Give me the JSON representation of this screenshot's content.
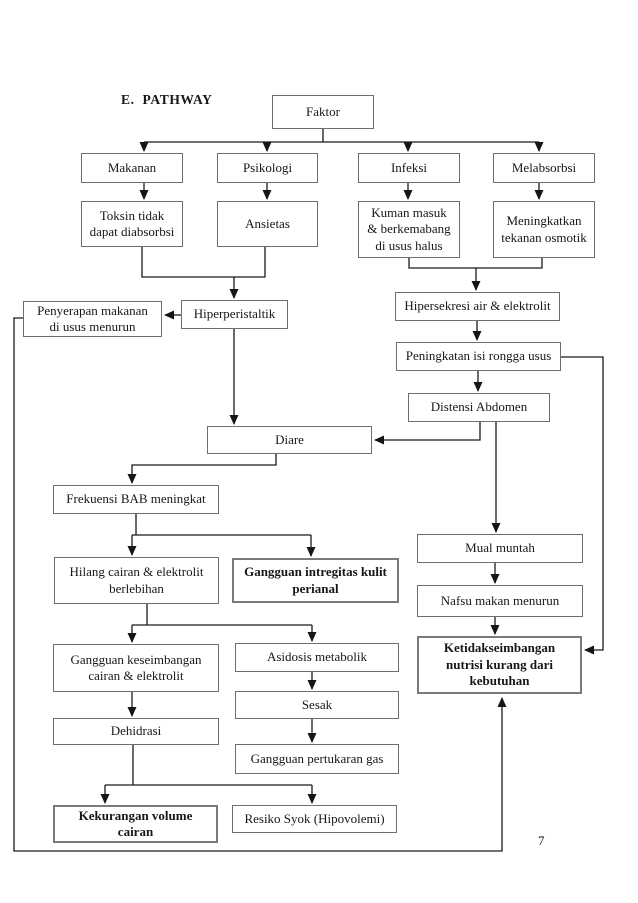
{
  "page": {
    "title": "E.  PATHWAY",
    "page_number": "7"
  },
  "colors": {
    "background": "#ffffff",
    "box_border": "#6e6e6e",
    "line": "#1a1a1a",
    "text": "#171717"
  },
  "diagram": {
    "nodes": [
      {
        "id": "faktor",
        "label": "Faktor",
        "bold": false
      },
      {
        "id": "makanan",
        "label": "Makanan",
        "bold": false
      },
      {
        "id": "psikologi",
        "label": "Psikologi",
        "bold": false
      },
      {
        "id": "infeksi",
        "label": "Infeksi",
        "bold": false
      },
      {
        "id": "melabsorbsi",
        "label": "Melabsorbsi",
        "bold": false
      },
      {
        "id": "toksin",
        "label": "Toksin tidak\ndapat diabsorbsi",
        "bold": false
      },
      {
        "id": "ansietas",
        "label": "Ansietas",
        "bold": false
      },
      {
        "id": "kuman",
        "label": "Kuman masuk\n& berkemabang\ndi usus halus",
        "bold": false
      },
      {
        "id": "meningkatkan",
        "label": "Meningkatkan\ntekanan osmotik",
        "bold": false
      },
      {
        "id": "penyerapan",
        "label": "Penyerapan makanan\ndi usus menurun",
        "bold": false
      },
      {
        "id": "hiperperistaltik",
        "label": "Hiperperistaltik",
        "bold": false
      },
      {
        "id": "hipersekresi",
        "label": "Hipersekresi air & elektrolit",
        "bold": false
      },
      {
        "id": "peningkatan",
        "label": "Peningkatan isi rongga usus",
        "bold": false
      },
      {
        "id": "distensi",
        "label": "Distensi Abdomen",
        "bold": false
      },
      {
        "id": "diare",
        "label": "Diare",
        "bold": false
      },
      {
        "id": "frekuensi",
        "label": "Frekuensi BAB meningkat",
        "bold": false
      },
      {
        "id": "hilang",
        "label": "Hilang cairan & elektrolit\nberlebihan",
        "bold": false
      },
      {
        "id": "intregitas",
        "label": "Gangguan intregitas kulit\nperianal",
        "bold": true
      },
      {
        "id": "mual",
        "label": "Mual muntah",
        "bold": false
      },
      {
        "id": "nafsu",
        "label": "Nafsu makan menurun",
        "bold": false
      },
      {
        "id": "ketidakseimbangan",
        "label": "Ketidakseimbangan\nnutrisi kurang dari\nkebutuhan",
        "bold": true
      },
      {
        "id": "keseimbangan",
        "label": "Gangguan keseimbangan\ncairan & elektrolit",
        "bold": false
      },
      {
        "id": "asidosis",
        "label": "Asidosis metabolik",
        "bold": false
      },
      {
        "id": "sesak",
        "label": "Sesak",
        "bold": false
      },
      {
        "id": "dehidrasi",
        "label": "Dehidrasi",
        "bold": false
      },
      {
        "id": "pertukaran",
        "label": "Gangguan pertukaran gas",
        "bold": false
      },
      {
        "id": "kekurangan",
        "label": "Kekurangan volume\ncairan",
        "bold": true
      },
      {
        "id": "resiko",
        "label": "Resiko Syok (Hipovolemi)",
        "bold": false
      }
    ],
    "edges": [
      {
        "from": "faktor",
        "to": "makanan"
      },
      {
        "from": "faktor",
        "to": "psikologi"
      },
      {
        "from": "faktor",
        "to": "infeksi"
      },
      {
        "from": "faktor",
        "to": "melabsorbsi"
      },
      {
        "from": "makanan",
        "to": "toksin"
      },
      {
        "from": "psikologi",
        "to": "ansietas"
      },
      {
        "from": "infeksi",
        "to": "kuman"
      },
      {
        "from": "melabsorbsi",
        "to": "meningkatkan"
      },
      {
        "from": "toksin",
        "to": "hiperperistaltik"
      },
      {
        "from": "ansietas",
        "to": "hiperperistaltik"
      },
      {
        "from": "kuman",
        "to": "hipersekresi"
      },
      {
        "from": "meningkatkan",
        "to": "hipersekresi"
      },
      {
        "from": "hiperperistaltik",
        "to": "penyerapan"
      },
      {
        "from": "hiperperistaltik",
        "to": "diare"
      },
      {
        "from": "penyerapan",
        "to": "ketidakseimbangan"
      },
      {
        "from": "hipersekresi",
        "to": "peningkatan"
      },
      {
        "from": "peningkatan",
        "to": "distensi"
      },
      {
        "from": "peningkatan",
        "to": "ketidakseimbangan"
      },
      {
        "from": "distensi",
        "to": "diare"
      },
      {
        "from": "distensi",
        "to": "mual"
      },
      {
        "from": "diare",
        "to": "frekuensi"
      },
      {
        "from": "frekuensi",
        "to": "hilang"
      },
      {
        "from": "frekuensi",
        "to": "intregitas"
      },
      {
        "from": "hilang",
        "to": "keseimbangan"
      },
      {
        "from": "hilang",
        "to": "asidosis"
      },
      {
        "from": "keseimbangan",
        "to": "dehidrasi"
      },
      {
        "from": "asidosis",
        "to": "sesak"
      },
      {
        "from": "sesak",
        "to": "pertukaran"
      },
      {
        "from": "dehidrasi",
        "to": "kekurangan"
      },
      {
        "from": "dehidrasi",
        "to": "resiko"
      },
      {
        "from": "mual",
        "to": "nafsu"
      },
      {
        "from": "nafsu",
        "to": "ketidakseimbangan"
      }
    ]
  }
}
